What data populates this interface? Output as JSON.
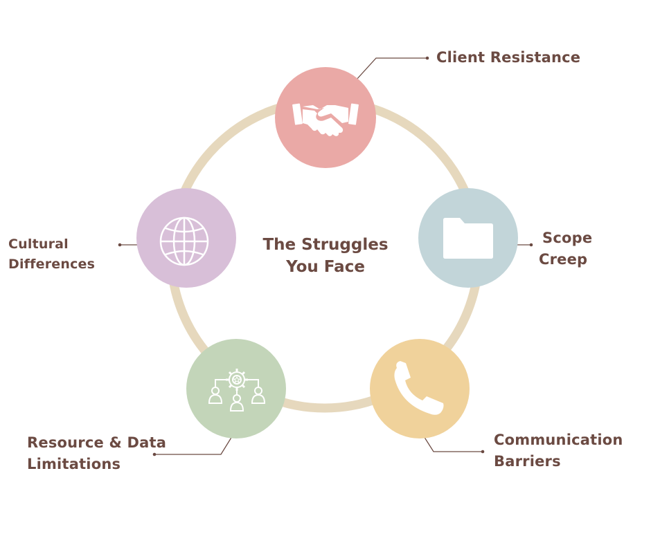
{
  "title": {
    "line1": "The Struggles",
    "line2": "You Face"
  },
  "colors": {
    "ring": "#e6d8bd",
    "text": "#6b4a42",
    "connector": "#6b4a42",
    "icon": "#ffffff"
  },
  "nodes": [
    {
      "id": "client-resistance",
      "icon": "handshake-icon",
      "color": "#eaa9a6",
      "label_lines": [
        "Client Resistance"
      ]
    },
    {
      "id": "scope-creep",
      "icon": "folder-icon",
      "color": "#c2d5d9",
      "label_lines": [
        "Scope",
        "Creep"
      ]
    },
    {
      "id": "communication-barriers",
      "icon": "phone-icon",
      "color": "#f0d29b",
      "label_lines": [
        "Communication",
        "Barriers"
      ]
    },
    {
      "id": "resource-data-limitations",
      "icon": "team-gear-icon",
      "color": "#c3d5b9",
      "label_lines": [
        "Resource & Data",
        "Limitations"
      ]
    },
    {
      "id": "cultural-differences",
      "icon": "globe-icon",
      "color": "#d8bfd8",
      "label_lines": [
        "Cultural",
        "Differences"
      ]
    }
  ]
}
